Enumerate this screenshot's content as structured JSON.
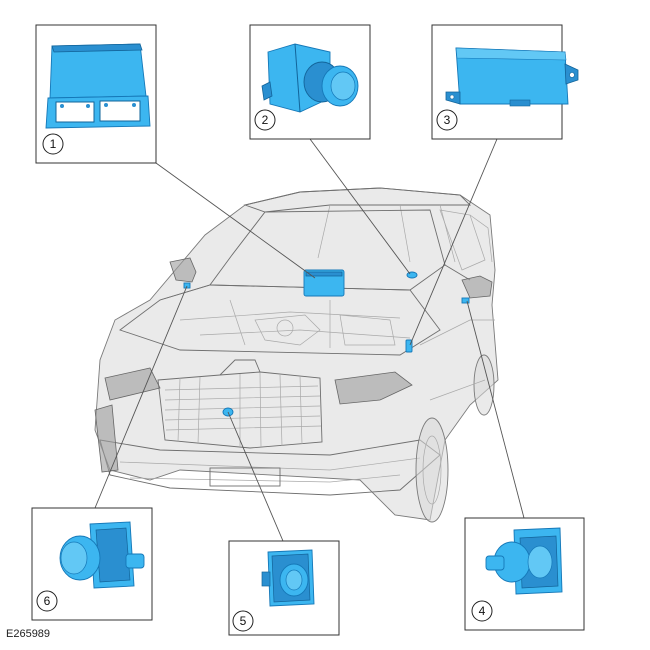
{
  "reference_code": "E265989",
  "callouts": [
    {
      "number": "1"
    },
    {
      "number": "2"
    },
    {
      "number": "3"
    },
    {
      "number": "4"
    },
    {
      "number": "5"
    },
    {
      "number": "6"
    }
  ],
  "colors": {
    "part_fill": "#3cb6f0",
    "part_dark": "#2a8fd0",
    "part_stroke": "#1578b8",
    "car_line": "#6f6f6f"
  }
}
